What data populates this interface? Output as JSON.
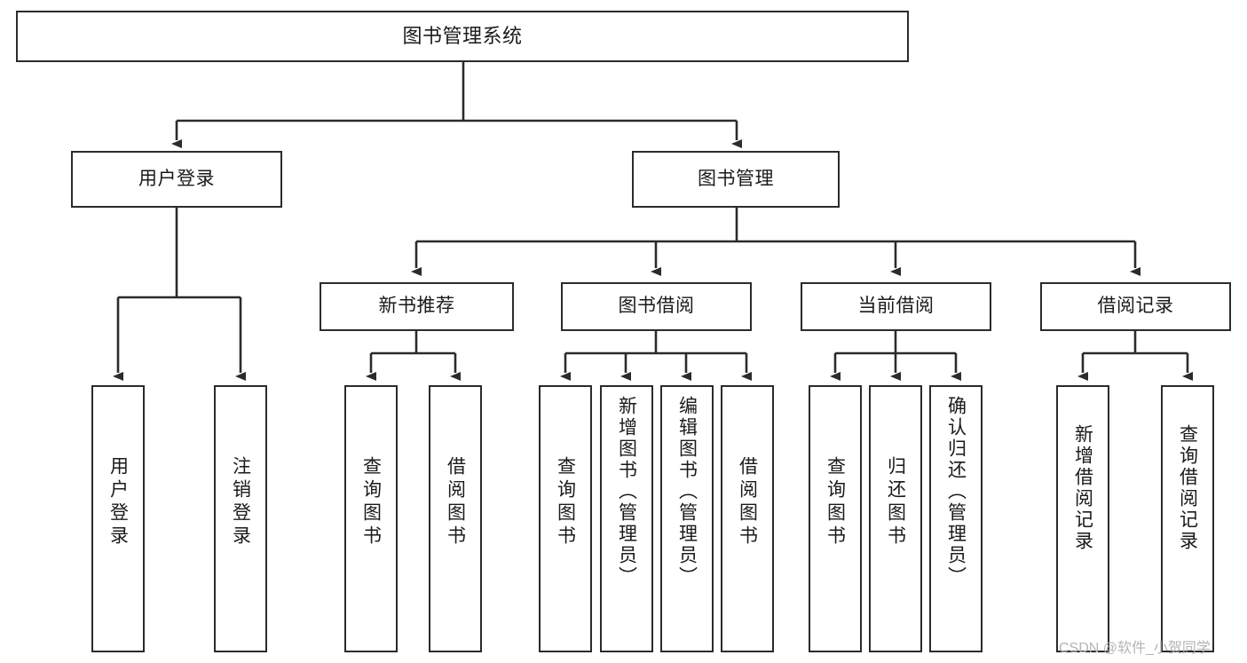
{
  "diagram": {
    "title": "图书管理系统",
    "type": "tree-hierarchy",
    "root": {
      "label": "图书管理系统"
    },
    "level1": [
      {
        "label": "用户登录"
      },
      {
        "label": "图书管理"
      }
    ],
    "level2": [
      {
        "label": "新书推荐"
      },
      {
        "label": "图书借阅"
      },
      {
        "label": "当前借阅"
      },
      {
        "label": "借阅记录"
      }
    ],
    "leaves": {
      "user_login": [
        {
          "label": "用户登录"
        },
        {
          "label": "注销登录"
        }
      ],
      "new_book_recommend": [
        {
          "label": "查询图书"
        },
        {
          "label": "借阅图书"
        }
      ],
      "book_borrow": [
        {
          "label": "查询图书"
        },
        {
          "label": "新增图书（管理员）"
        },
        {
          "label": "编辑图书（管理员）"
        },
        {
          "label": "借阅图书"
        }
      ],
      "current_borrow": [
        {
          "label": "查询图书"
        },
        {
          "label": "归还图书"
        },
        {
          "label": "确认归还（管理员）"
        }
      ],
      "borrow_record": [
        {
          "label": "新增借阅记录"
        },
        {
          "label": "查询借阅记录"
        }
      ]
    }
  },
  "watermark": {
    "text": "CSDN @软件_小贺同学"
  },
  "colors": {
    "stroke": "#2b2b2b",
    "fill": "#ffffff",
    "text": "#1a1a1a",
    "watermark": "#b4b4b4"
  }
}
